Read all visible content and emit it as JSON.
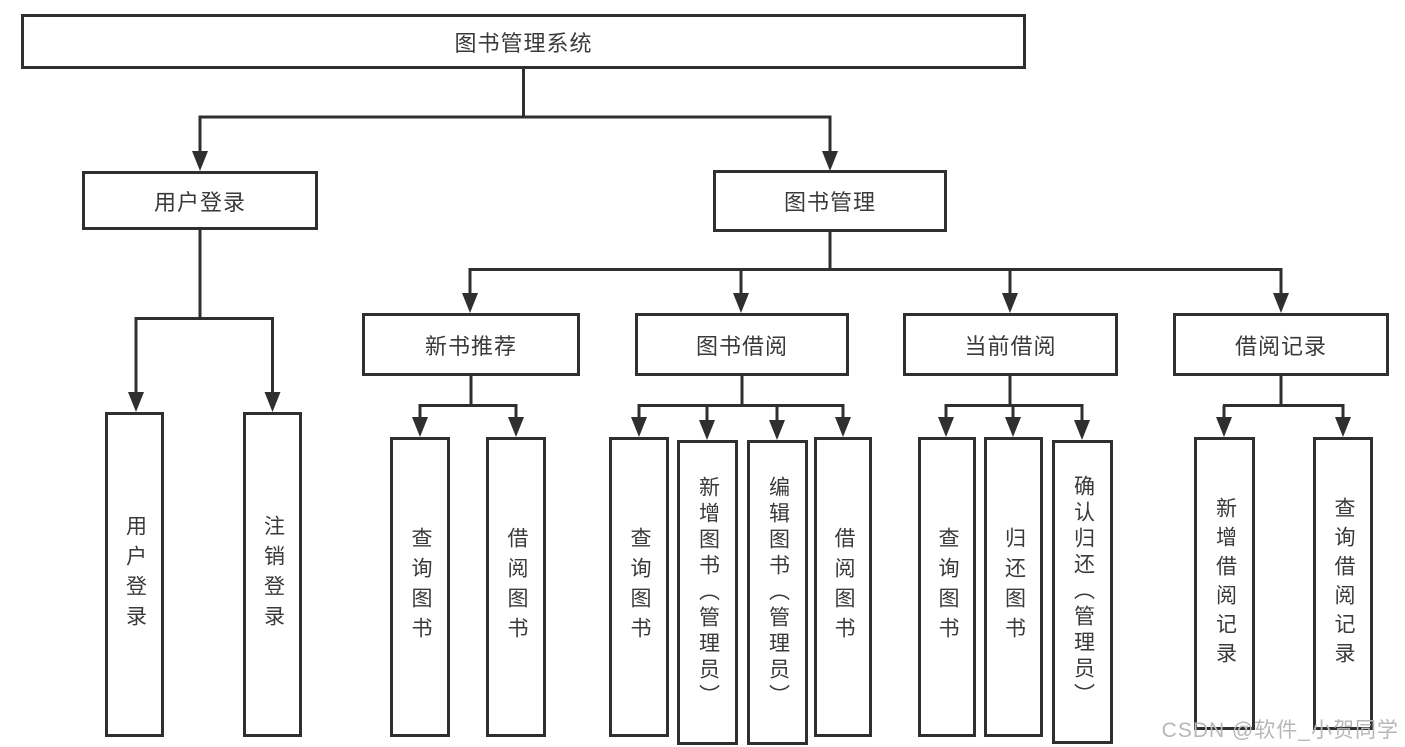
{
  "diagram": {
    "root": {
      "label": "图书管理系统"
    },
    "branches": [
      {
        "label": "用户登录",
        "children": [
          {
            "label": "用户登录"
          },
          {
            "label": "注销登录"
          }
        ]
      },
      {
        "label": "图书管理",
        "children": [
          {
            "label": "新书推荐",
            "children": [
              {
                "label": "查询图书"
              },
              {
                "label": "借阅图书"
              }
            ]
          },
          {
            "label": "图书借阅",
            "children": [
              {
                "label": "查询图书"
              },
              {
                "label": "新增图书（管理员）"
              },
              {
                "label": "编辑图书（管理员）"
              },
              {
                "label": "借阅图书"
              }
            ]
          },
          {
            "label": "当前借阅",
            "children": [
              {
                "label": "查询图书"
              },
              {
                "label": "归还图书"
              },
              {
                "label": "确认归还（管理员）"
              }
            ]
          },
          {
            "label": "借阅记录",
            "children": [
              {
                "label": "新增借阅记录"
              },
              {
                "label": "查询借阅记录"
              }
            ]
          }
        ]
      }
    ]
  },
  "watermark": {
    "text": "CSDN @软件_小贺同学"
  },
  "colors": {
    "line": "#2f2f2f",
    "text": "#3a3a3a",
    "watermark": "#b5b7ba",
    "background": "#ffffff"
  }
}
